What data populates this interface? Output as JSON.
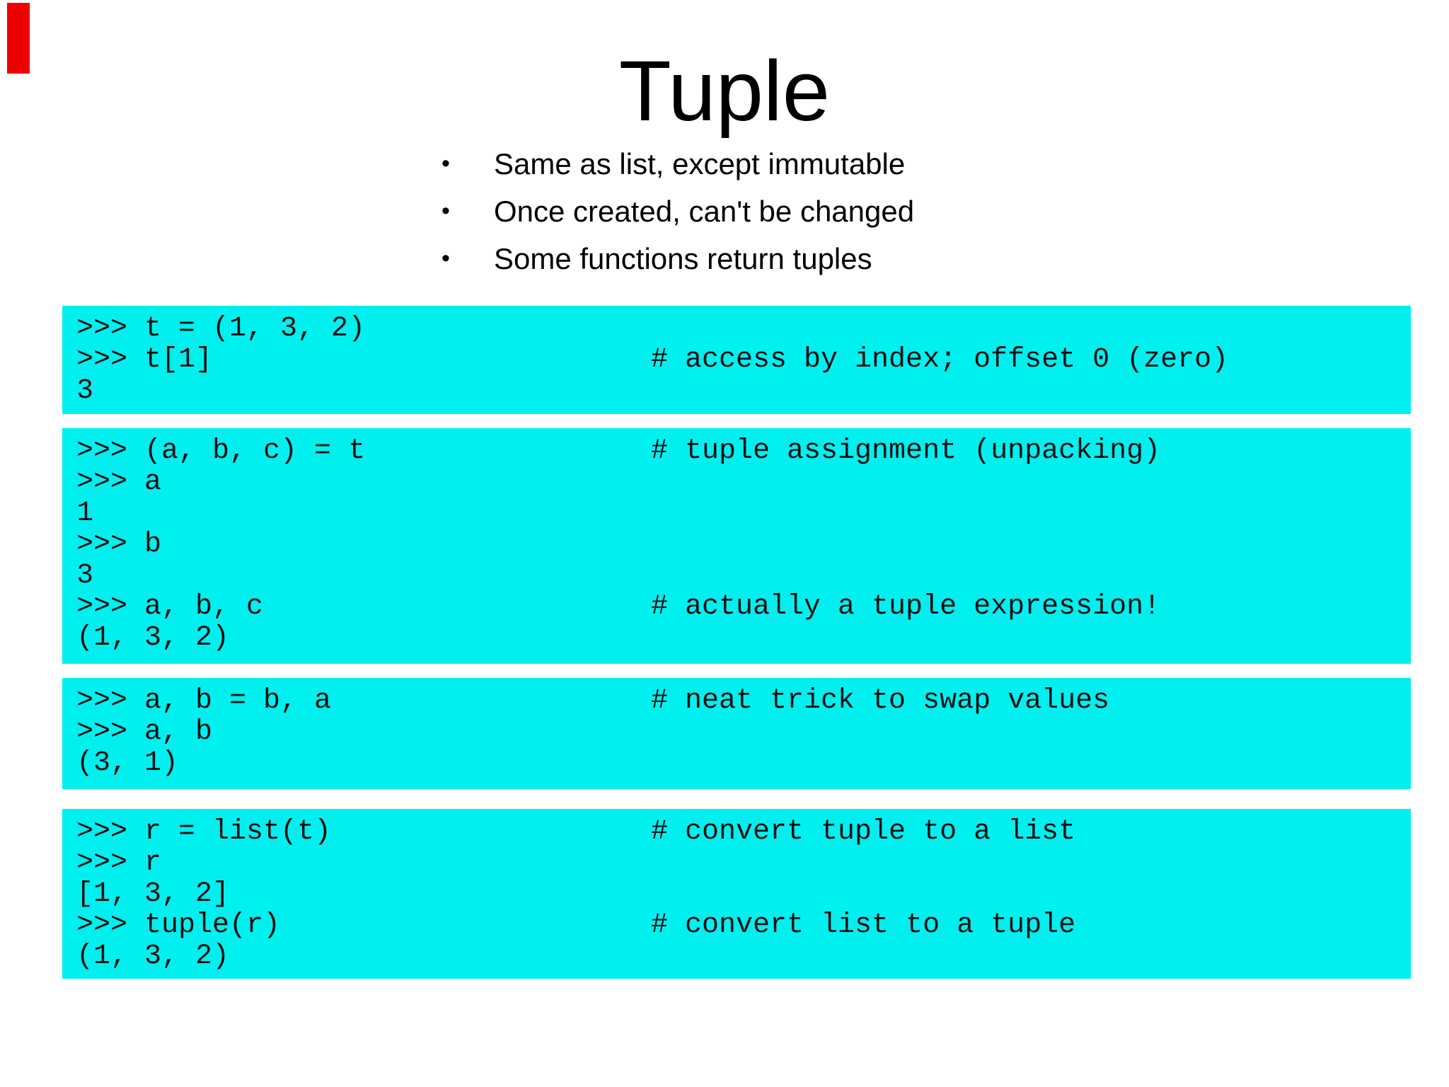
{
  "slide": {
    "title": "Tuple",
    "bullet_glyph": "•",
    "bullets": [
      "Same as list, except immutable",
      "Once created, can't be changed",
      "Some functions return tuples"
    ],
    "code_boxes": [
      {
        "lines": [
          {
            "code": ">>> t = (1, 3, 2)",
            "comment": ""
          },
          {
            "code": ">>> t[1]",
            "comment": "# access by index; offset 0 (zero)"
          },
          {
            "code": "3",
            "comment": ""
          }
        ]
      },
      {
        "lines": [
          {
            "code": ">>> (a, b, c) = t",
            "comment": "# tuple assignment (unpacking)"
          },
          {
            "code": ">>> a",
            "comment": ""
          },
          {
            "code": "1",
            "comment": ""
          },
          {
            "code": ">>> b",
            "comment": ""
          },
          {
            "code": "3",
            "comment": ""
          },
          {
            "code": ">>> a, b, c",
            "comment": "# actually a tuple expression!"
          },
          {
            "code": "(1, 3, 2)",
            "comment": ""
          }
        ]
      },
      {
        "lines": [
          {
            "code": ">>> a, b = b, a",
            "comment": "# neat trick to swap values"
          },
          {
            "code": ">>> a, b",
            "comment": ""
          },
          {
            "code": "(3, 1)",
            "comment": ""
          }
        ]
      },
      {
        "lines": [
          {
            "code": ">>> r = list(t)",
            "comment": "# convert tuple to a list"
          },
          {
            "code": ">>> r",
            "comment": ""
          },
          {
            "code": "[1, 3, 2]",
            "comment": ""
          },
          {
            "code": ">>> tuple(r)",
            "comment": "# convert list to a tuple"
          },
          {
            "code": "(1, 3, 2)",
            "comment": ""
          }
        ]
      }
    ],
    "colors": {
      "page_bg": "#ffffff",
      "box_bg": "#00f0f0",
      "accent_red": "#ee0000",
      "text": "#111111"
    }
  }
}
